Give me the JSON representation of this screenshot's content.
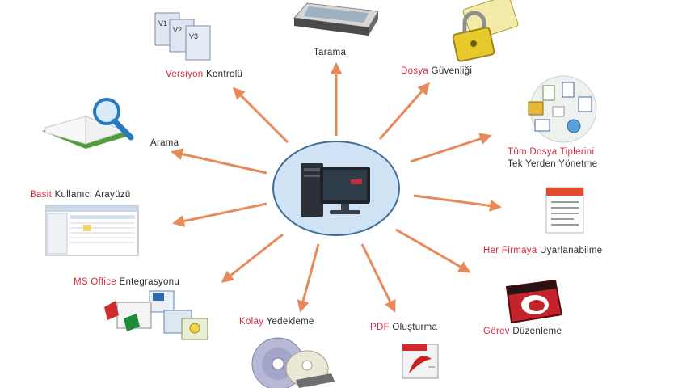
{
  "colors": {
    "accent": "#d8283c",
    "arrow": "#e8895a",
    "hub_fill": "#cfe3f4",
    "hub_stroke": "#3f6f99"
  },
  "center": {
    "icon": "computer-icon"
  },
  "features": [
    {
      "key": "tarama",
      "icon": "scanner-icon",
      "hl": "",
      "rest": "Tarama"
    },
    {
      "key": "dosya-guvenligi",
      "icon": "padlock-icon",
      "hl": "Dosya",
      "rest": " Güvenliği"
    },
    {
      "key": "tum-dosya-tipleri",
      "icon": "file-types-icon",
      "hl": "Tüm Dosya Tiplerini",
      "rest": "",
      "line2": "Tek Yerden Yönetme"
    },
    {
      "key": "her-firmaya",
      "icon": "document-icon",
      "hl": "Her Firmaya",
      "rest": " Uyarlanabilme"
    },
    {
      "key": "gorev-duzenleme",
      "icon": "calendar-icon",
      "hl": "Görev",
      "rest": " Düzenleme"
    },
    {
      "key": "pdf-olusturma",
      "icon": "pdf-icon",
      "hl": "PDF",
      "rest": " Oluşturma"
    },
    {
      "key": "kolay-yedekleme",
      "icon": "cd-disc-icon",
      "hl": "Kolay",
      "rest": " Yedekleme"
    },
    {
      "key": "ms-office",
      "icon": "office-icons-icon",
      "hl": "MS Office",
      "rest": " Entegrasyonu"
    },
    {
      "key": "basit-kullanici",
      "icon": "app-window-icon",
      "hl": "Basit",
      "rest": " Kullanıcı Arayüzü"
    },
    {
      "key": "arama",
      "icon": "magnifier-book-icon",
      "hl": "",
      "rest": "Arama"
    },
    {
      "key": "versiyon-kontrolu",
      "icon": "versions-icon",
      "hl": "Versiyon",
      "rest": " Kontrolü",
      "versions": [
        "V1",
        "V2",
        "V3"
      ]
    }
  ]
}
